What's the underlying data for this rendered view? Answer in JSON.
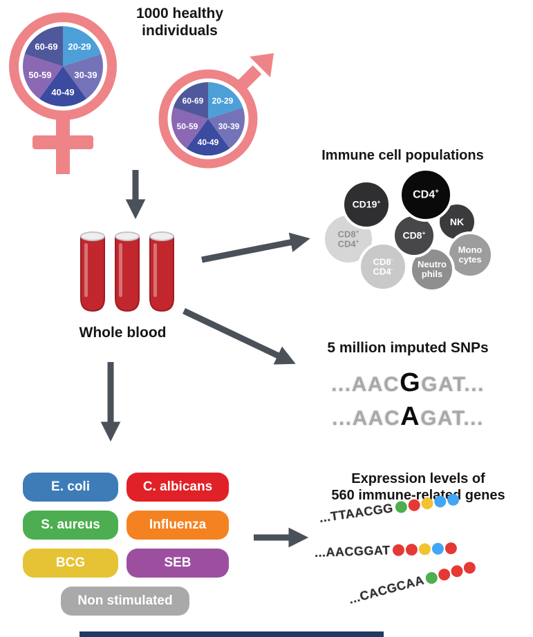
{
  "cohort": {
    "title_line1": "1000 healthy",
    "title_line2": "individuals",
    "symbol_color": "#EE8487",
    "age_groups": [
      {
        "label": "20-29",
        "color": "#4D9FD8"
      },
      {
        "label": "30-39",
        "color": "#7473B8"
      },
      {
        "label": "40-49",
        "color": "#3A4BA0"
      },
      {
        "label": "50-59",
        "color": "#8A68B4"
      },
      {
        "label": "60-69",
        "color": "#50589C"
      }
    ]
  },
  "blood": {
    "label": "Whole blood",
    "tube_color": "#C1272D"
  },
  "immune": {
    "title": "Immune cell populations",
    "cells": {
      "cd19": {
        "base": "CD19",
        "sup": "+",
        "color": "#2F2F31"
      },
      "cd4": {
        "base": "CD4",
        "sup": "+",
        "color": "#0A0A0B"
      },
      "nk": {
        "base": "NK",
        "color": "#3B3B3D"
      },
      "cd8": {
        "base": "CD8",
        "sup": "+",
        "color": "#474749"
      },
      "dp": {
        "l1": "CD8",
        "l1sup": "+",
        "l2": "CD4",
        "l2sup": "+",
        "color": "#D6D6D6"
      },
      "dn": {
        "l1": "CD8",
        "l1sup": "-",
        "l2": "CD4",
        "l2sup": "-",
        "color": "#C9C9C9"
      },
      "neutro": {
        "l1": "Neutro",
        "l2": "phils",
        "color": "#8F8F8F"
      },
      "mono": {
        "l1": "Mono",
        "l2": "cytes",
        "color": "#9D9D9D"
      }
    }
  },
  "snps": {
    "title": "5 million imputed SNPs",
    "lines": [
      {
        "prefix": "...AAC",
        "variant": "G",
        "suffix": "GAT..."
      },
      {
        "prefix": "...AAC",
        "variant": "A",
        "suffix": "GAT..."
      }
    ]
  },
  "stimuli": {
    "items": [
      {
        "label": "E. coli",
        "color": "#3E7CB8"
      },
      {
        "label": "C. albicans",
        "color": "#E02128"
      },
      {
        "label": "S. aureus",
        "color": "#4CAE50"
      },
      {
        "label": "Influenza",
        "color": "#F58220"
      },
      {
        "label": "BCG",
        "color": "#E6C335"
      },
      {
        "label": "SEB",
        "color": "#9C4F9F"
      },
      {
        "label": "Non stimulated",
        "color": "#A9A9A9"
      }
    ]
  },
  "expression": {
    "title_line1": "Expression levels of",
    "title_line2": "560 immune-related genes",
    "rows": [
      {
        "seq": "...TTAACGG",
        "beads": [
          "#4CAF50",
          "#E53935",
          "#F2C230",
          "#42A5F5",
          "#42A5F5"
        ]
      },
      {
        "seq": "...AACGGAT",
        "beads": [
          "#E53935",
          "#E53935",
          "#F2C230",
          "#42A5F5",
          "#E53935"
        ]
      },
      {
        "seq": "...CACGCAA",
        "beads": [
          "#4CAF50",
          "#E53935",
          "#E53935",
          "#E53935"
        ]
      }
    ]
  },
  "bottom_bar": {
    "color": "#203864"
  }
}
